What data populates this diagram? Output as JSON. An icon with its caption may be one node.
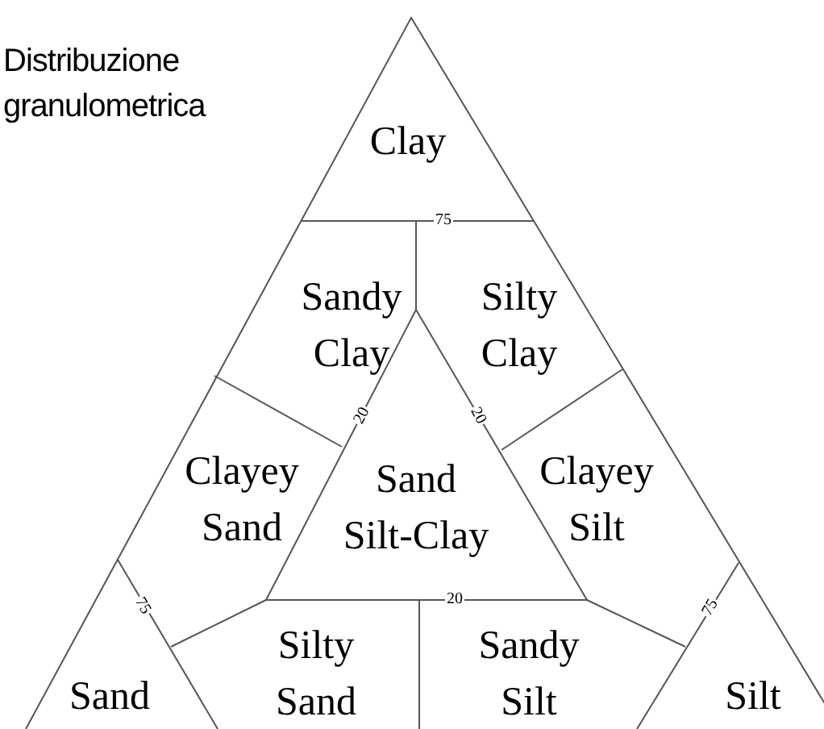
{
  "diagram": {
    "title": "Distribuzione granulometrica",
    "labels": [
      "Clay",
      "75",
      "Sandy Clay",
      "Silty Clay",
      "20",
      "20",
      "Clayey Sand",
      "Sand Silt-Clay",
      "Clayey Silt",
      "20",
      "75",
      "75",
      "Sand",
      "Silty Sand",
      "Sandy Silt",
      "Silt"
    ]
  }
}
